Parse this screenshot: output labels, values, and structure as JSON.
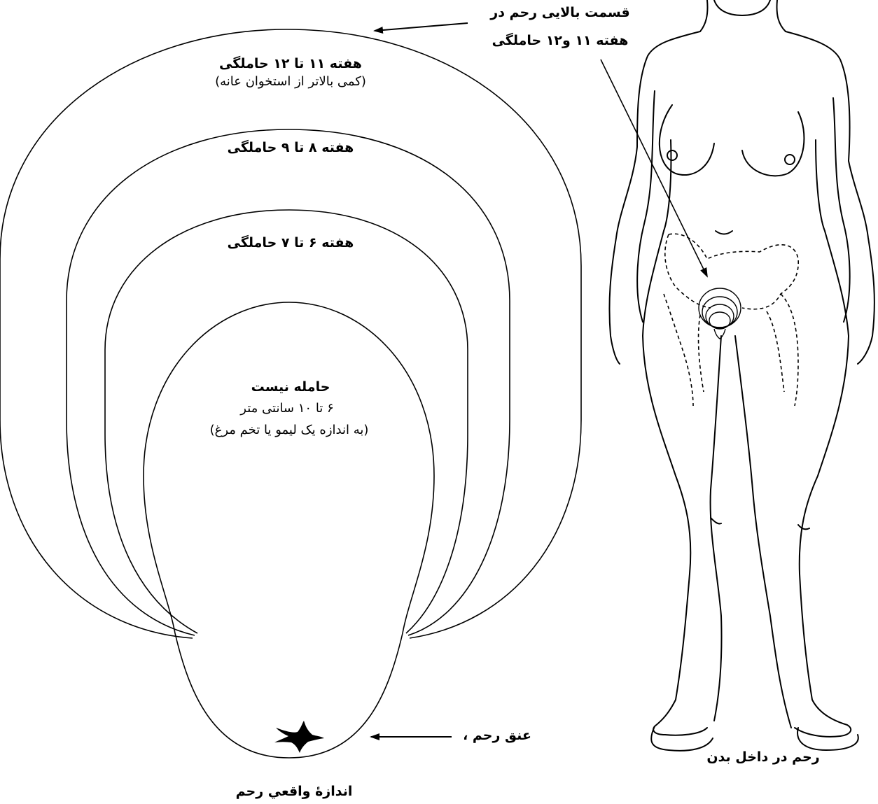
{
  "uterus_sizes": {
    "weeks_11_12": {
      "title": "هفته ۱۱ تا ۱۲ حاملگی",
      "note": "(کمی بالاتر از استخوان عانه)"
    },
    "weeks_8_9": {
      "title": "هفته ۸ تا ۹ حاملگی"
    },
    "weeks_6_7": {
      "title": "هفته ۶ تا ۷ حاملگی"
    },
    "not_pregnant": {
      "title": "حامله نیست",
      "size": "۶ تا ۱۰ سانتی متر",
      "note": "(به اندازه یک لیمو یا تخم مرغ)"
    }
  },
  "cervix_label": "عنق رحم ،",
  "caption_actual_size": "اندازۀ واقعي رحم",
  "caption_body": "رحم در داخل بدن",
  "top_label": {
    "line1": "قسمت بالایی رحم در",
    "line2": "هفته ۱۱ و۱۲ حاملگی"
  }
}
